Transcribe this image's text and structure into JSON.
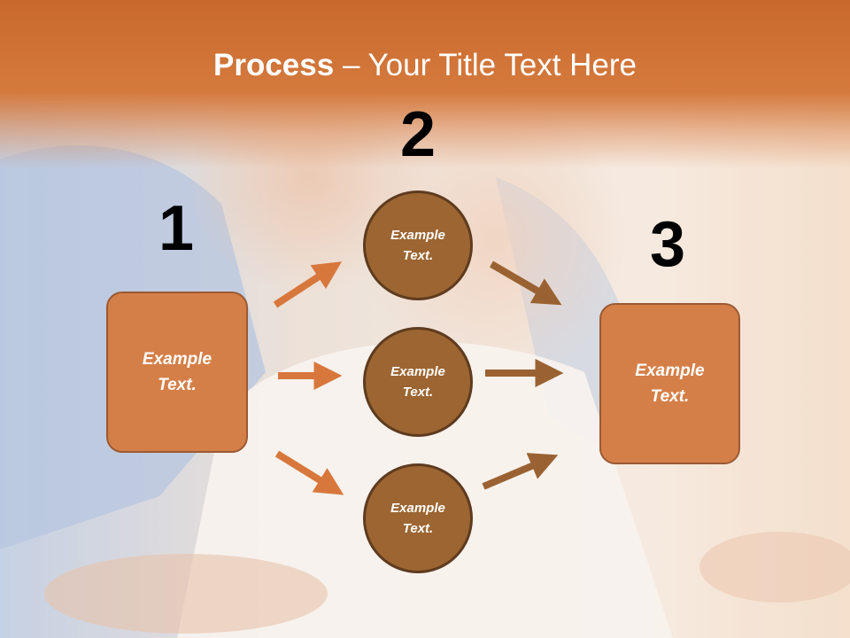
{
  "slide": {
    "title_bold": "Process",
    "title_rest": " – Your Title Text Here"
  },
  "steps": {
    "step1": {
      "number": "1",
      "label": "Example Text."
    },
    "step2": {
      "number": "2",
      "circles": [
        {
          "label": "Example Text."
        },
        {
          "label": "Example Text."
        },
        {
          "label": "Example Text."
        }
      ]
    },
    "step3": {
      "number": "3",
      "label": "Example Text."
    }
  },
  "colors": {
    "header": "#c8682c",
    "box_fill": "#d57f48",
    "circle_fill": "#9c6531",
    "arrow_light": "#d8773c",
    "arrow_dark": "#9a6232"
  }
}
